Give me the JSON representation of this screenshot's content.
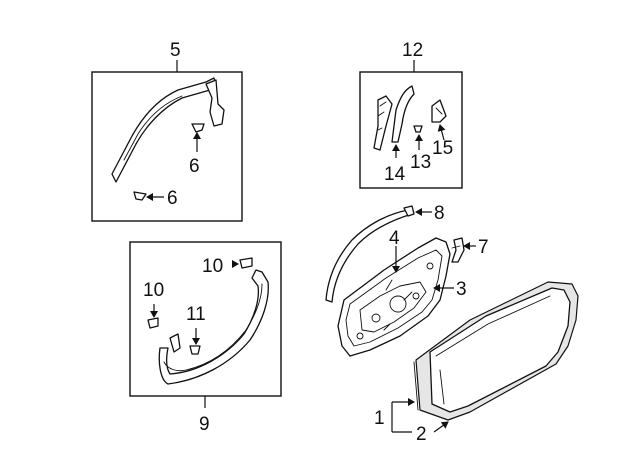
{
  "callouts": {
    "c1": "1",
    "c2": "2",
    "c3": "3",
    "c4": "4",
    "c5": "5",
    "c6a": "6",
    "c6b": "6",
    "c7": "7",
    "c8": "8",
    "c9": "9",
    "c10a": "10",
    "c10b": "10",
    "c11": "11",
    "c12": "12",
    "c13": "13",
    "c14": "14",
    "c15": "15"
  }
}
